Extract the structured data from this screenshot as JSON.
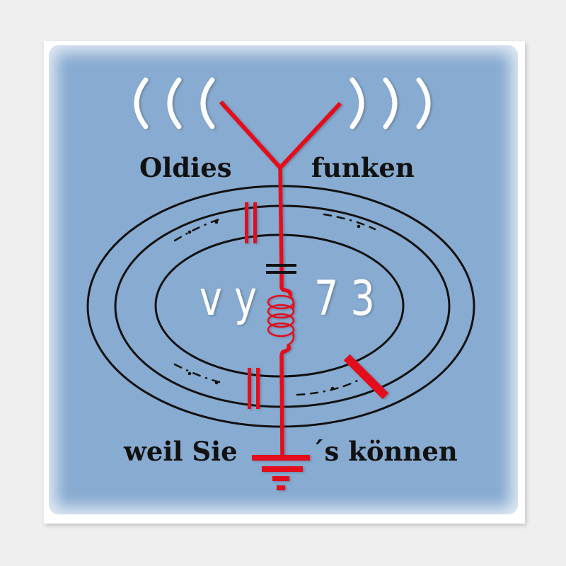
{
  "poster": {
    "top_left_text": "Oldies",
    "top_right_text": "funken",
    "bottom_left_text": "weil Sie",
    "bottom_right_text": "´s können",
    "center_left_text": "v y",
    "center_right_text": "7 3",
    "wave_left": "(((",
    "wave_right": ")))"
  },
  "colors": {
    "background": "#88abd1",
    "frame": "#ffffff",
    "circuit_red": "#e3101e",
    "ellipse_black": "#111111",
    "text_black": "#111111",
    "text_white": "#ffffff"
  },
  "icons": {
    "antenna": "antenna-icon",
    "capacitor": "capacitor-icon",
    "inductor": "coil-icon",
    "ground": "ground-icon",
    "radio_waves": "radio-waves-icon"
  }
}
